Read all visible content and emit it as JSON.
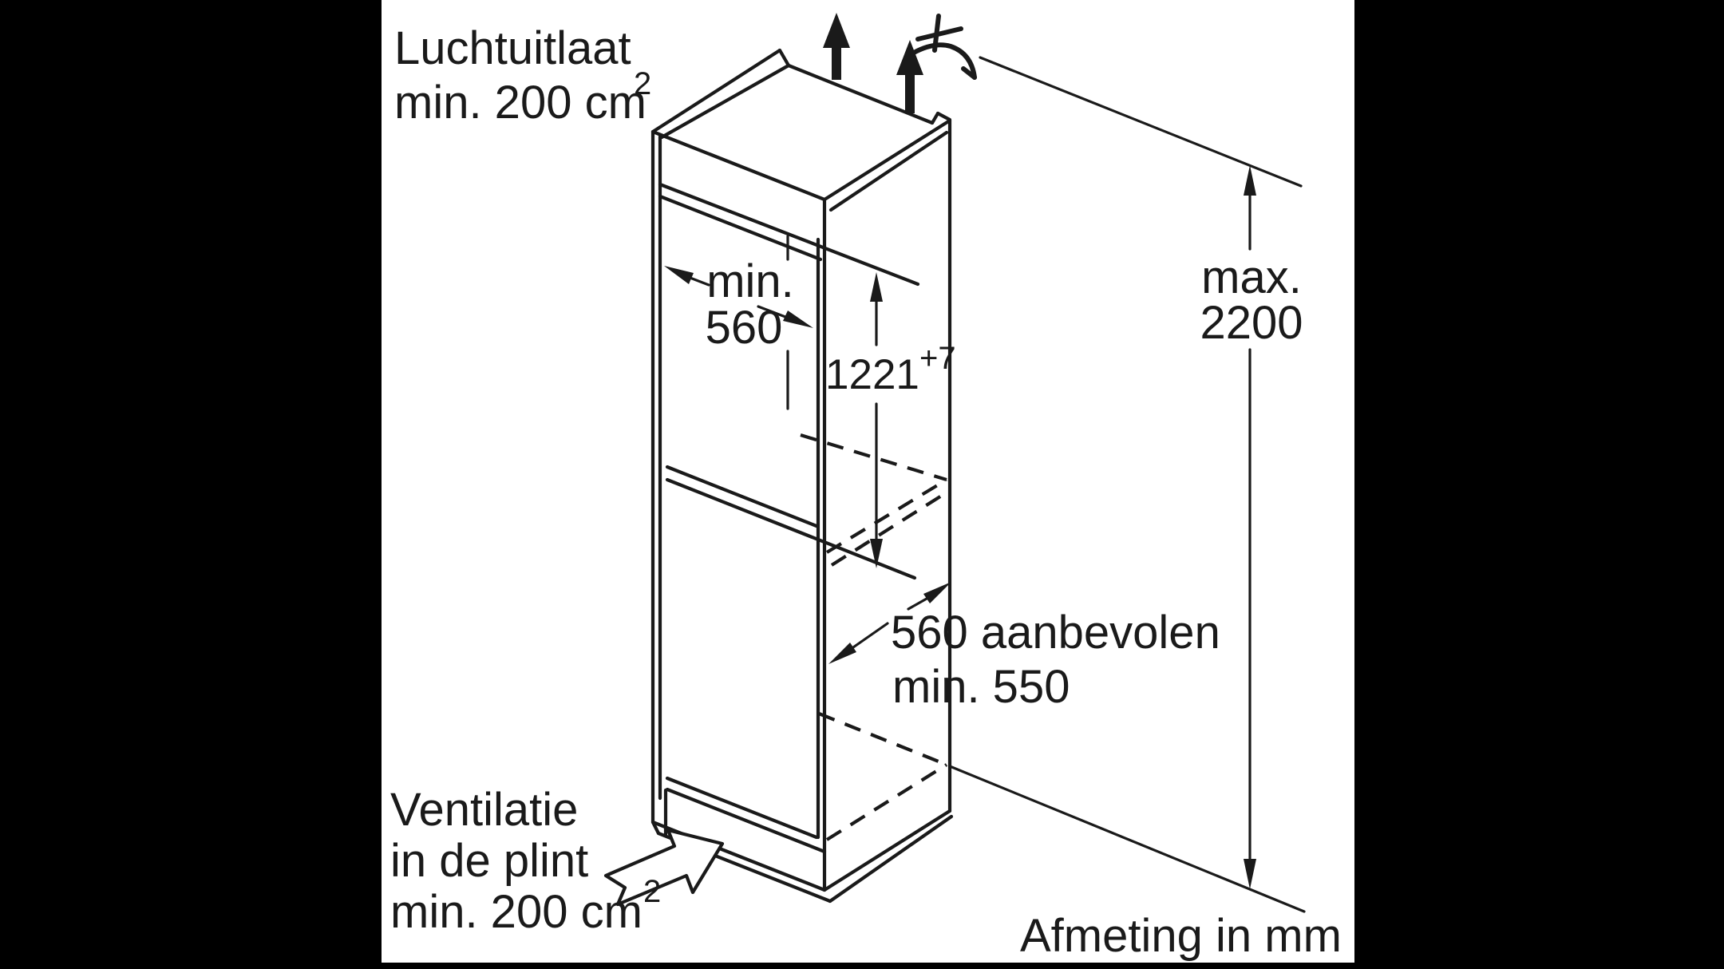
{
  "colors": {
    "background": "#000000",
    "panel": "#ffffff",
    "ink": "#1a1a1a"
  },
  "labels": {
    "air_outlet": {
      "line1": "Luchtuitlaat",
      "line2": "min. 200 cm",
      "sup": "2"
    },
    "inner_depth": {
      "line1": "min.",
      "line2": "560"
    },
    "niche_height": {
      "value": "1221",
      "tolerance": "+7"
    },
    "max_height": {
      "line1": "max.",
      "line2": "2200"
    },
    "recess_depth": {
      "line1": "560 aanbevolen",
      "line2": "min. 550"
    },
    "plinth_vent": {
      "line1": "Ventilatie",
      "line2": "in de plint",
      "line3": "min. 200 cm",
      "sup": "2"
    },
    "units_note": "Afmeting in mm"
  },
  "icons": {
    "airflow_up": "bold-up-arrow",
    "cut_mark": "curved-cut-symbol",
    "plinth_airflow": "hollow-block-arrow"
  }
}
